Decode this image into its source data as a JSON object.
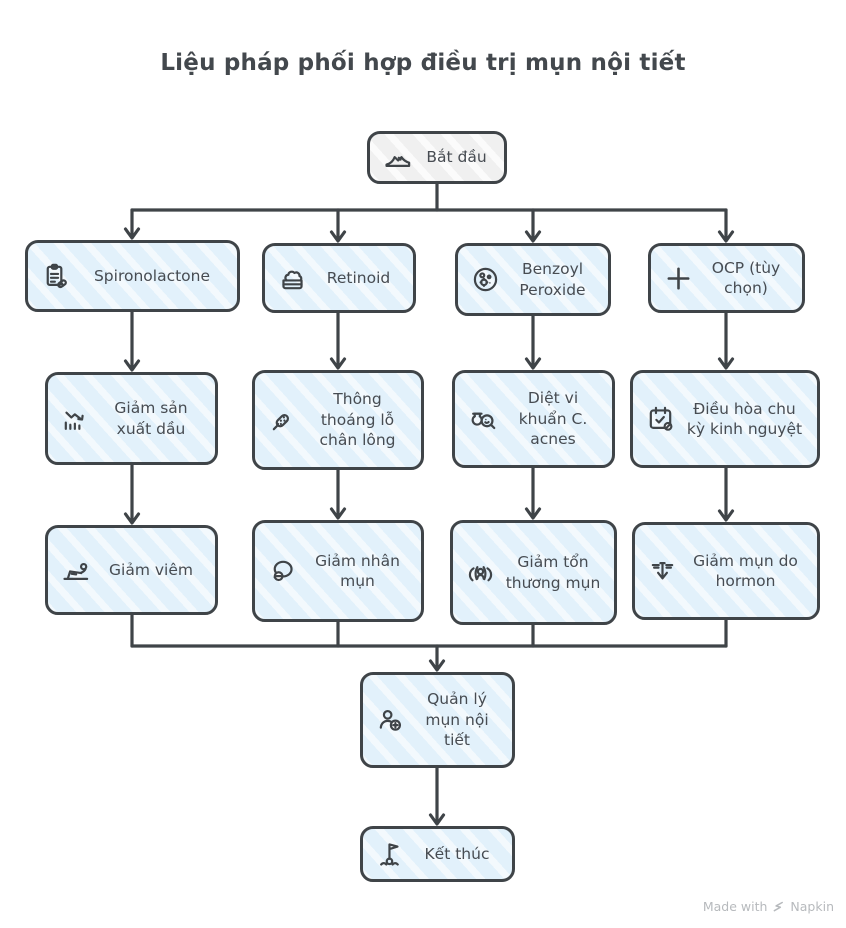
{
  "title": "Liệu pháp phối hợp điều trị mụn nội tiết",
  "colors": {
    "background": "#ffffff",
    "node_fill": "#e2f1fb",
    "start_fill": "#f0f0f0",
    "border": "#3f4448",
    "text": "#474c52",
    "line": "#3f4448",
    "footer_text": "#b7babd"
  },
  "nodes": {
    "start": {
      "label": "Bắt đầu",
      "icon": "running-shoe-icon"
    },
    "spironolactone": {
      "label": "Spironolactone",
      "icon": "clipboard-pill-icon"
    },
    "retinoid": {
      "label": "Retinoid",
      "icon": "cream-jar-icon"
    },
    "benzoyl_peroxide": {
      "label": "Benzoyl Peroxide",
      "icon": "petri-dish-icon"
    },
    "ocp": {
      "label": "OCP (tùy chọn)",
      "icon": "plus-icon"
    },
    "reduce_oil": {
      "label": "Giảm sản xuất dầu",
      "icon": "declining-chart-icon"
    },
    "unclog_pores": {
      "label": "Thông thoáng lỗ chân lông",
      "icon": "brush-icon"
    },
    "kill_bacteria": {
      "label": "Diệt vi khuẩn C. acnes",
      "icon": "bacteria-magnifier-icon"
    },
    "regulate_cycle": {
      "label": "Điều hòa chu kỳ kinh nguyệt",
      "icon": "calendar-check-icon"
    },
    "reduce_inflammation": {
      "label": "Giảm viêm",
      "icon": "recliner-icon"
    },
    "reduce_comedones": {
      "label": "Giảm nhân mụn",
      "icon": "speech-bubble-minus-icon"
    },
    "reduce_lesions": {
      "label": "Giảm tổn thương mụn",
      "icon": "head-pressure-icon"
    },
    "reduce_hormonal_acne": {
      "label": "Giảm mụn do hormon",
      "icon": "decrease-arrow-icon"
    },
    "manage": {
      "label": "Quản lý mụn nội tiết",
      "icon": "person-plus-icon"
    },
    "end": {
      "label": "Kết thúc",
      "icon": "finish-flag-icon"
    }
  },
  "edges": [
    {
      "from": "start",
      "to": "spironolactone"
    },
    {
      "from": "start",
      "to": "retinoid"
    },
    {
      "from": "start",
      "to": "benzoyl_peroxide"
    },
    {
      "from": "start",
      "to": "ocp"
    },
    {
      "from": "spironolactone",
      "to": "reduce_oil"
    },
    {
      "from": "retinoid",
      "to": "unclog_pores"
    },
    {
      "from": "benzoyl_peroxide",
      "to": "kill_bacteria"
    },
    {
      "from": "ocp",
      "to": "regulate_cycle"
    },
    {
      "from": "reduce_oil",
      "to": "reduce_inflammation"
    },
    {
      "from": "unclog_pores",
      "to": "reduce_comedones"
    },
    {
      "from": "kill_bacteria",
      "to": "reduce_lesions"
    },
    {
      "from": "regulate_cycle",
      "to": "reduce_hormonal_acne"
    },
    {
      "from": "reduce_inflammation",
      "to": "manage"
    },
    {
      "from": "reduce_comedones",
      "to": "manage"
    },
    {
      "from": "reduce_lesions",
      "to": "manage"
    },
    {
      "from": "reduce_hormonal_acne",
      "to": "manage"
    },
    {
      "from": "manage",
      "to": "end"
    }
  ],
  "footer": {
    "made_with": "Made with",
    "brand": "Napkin"
  }
}
